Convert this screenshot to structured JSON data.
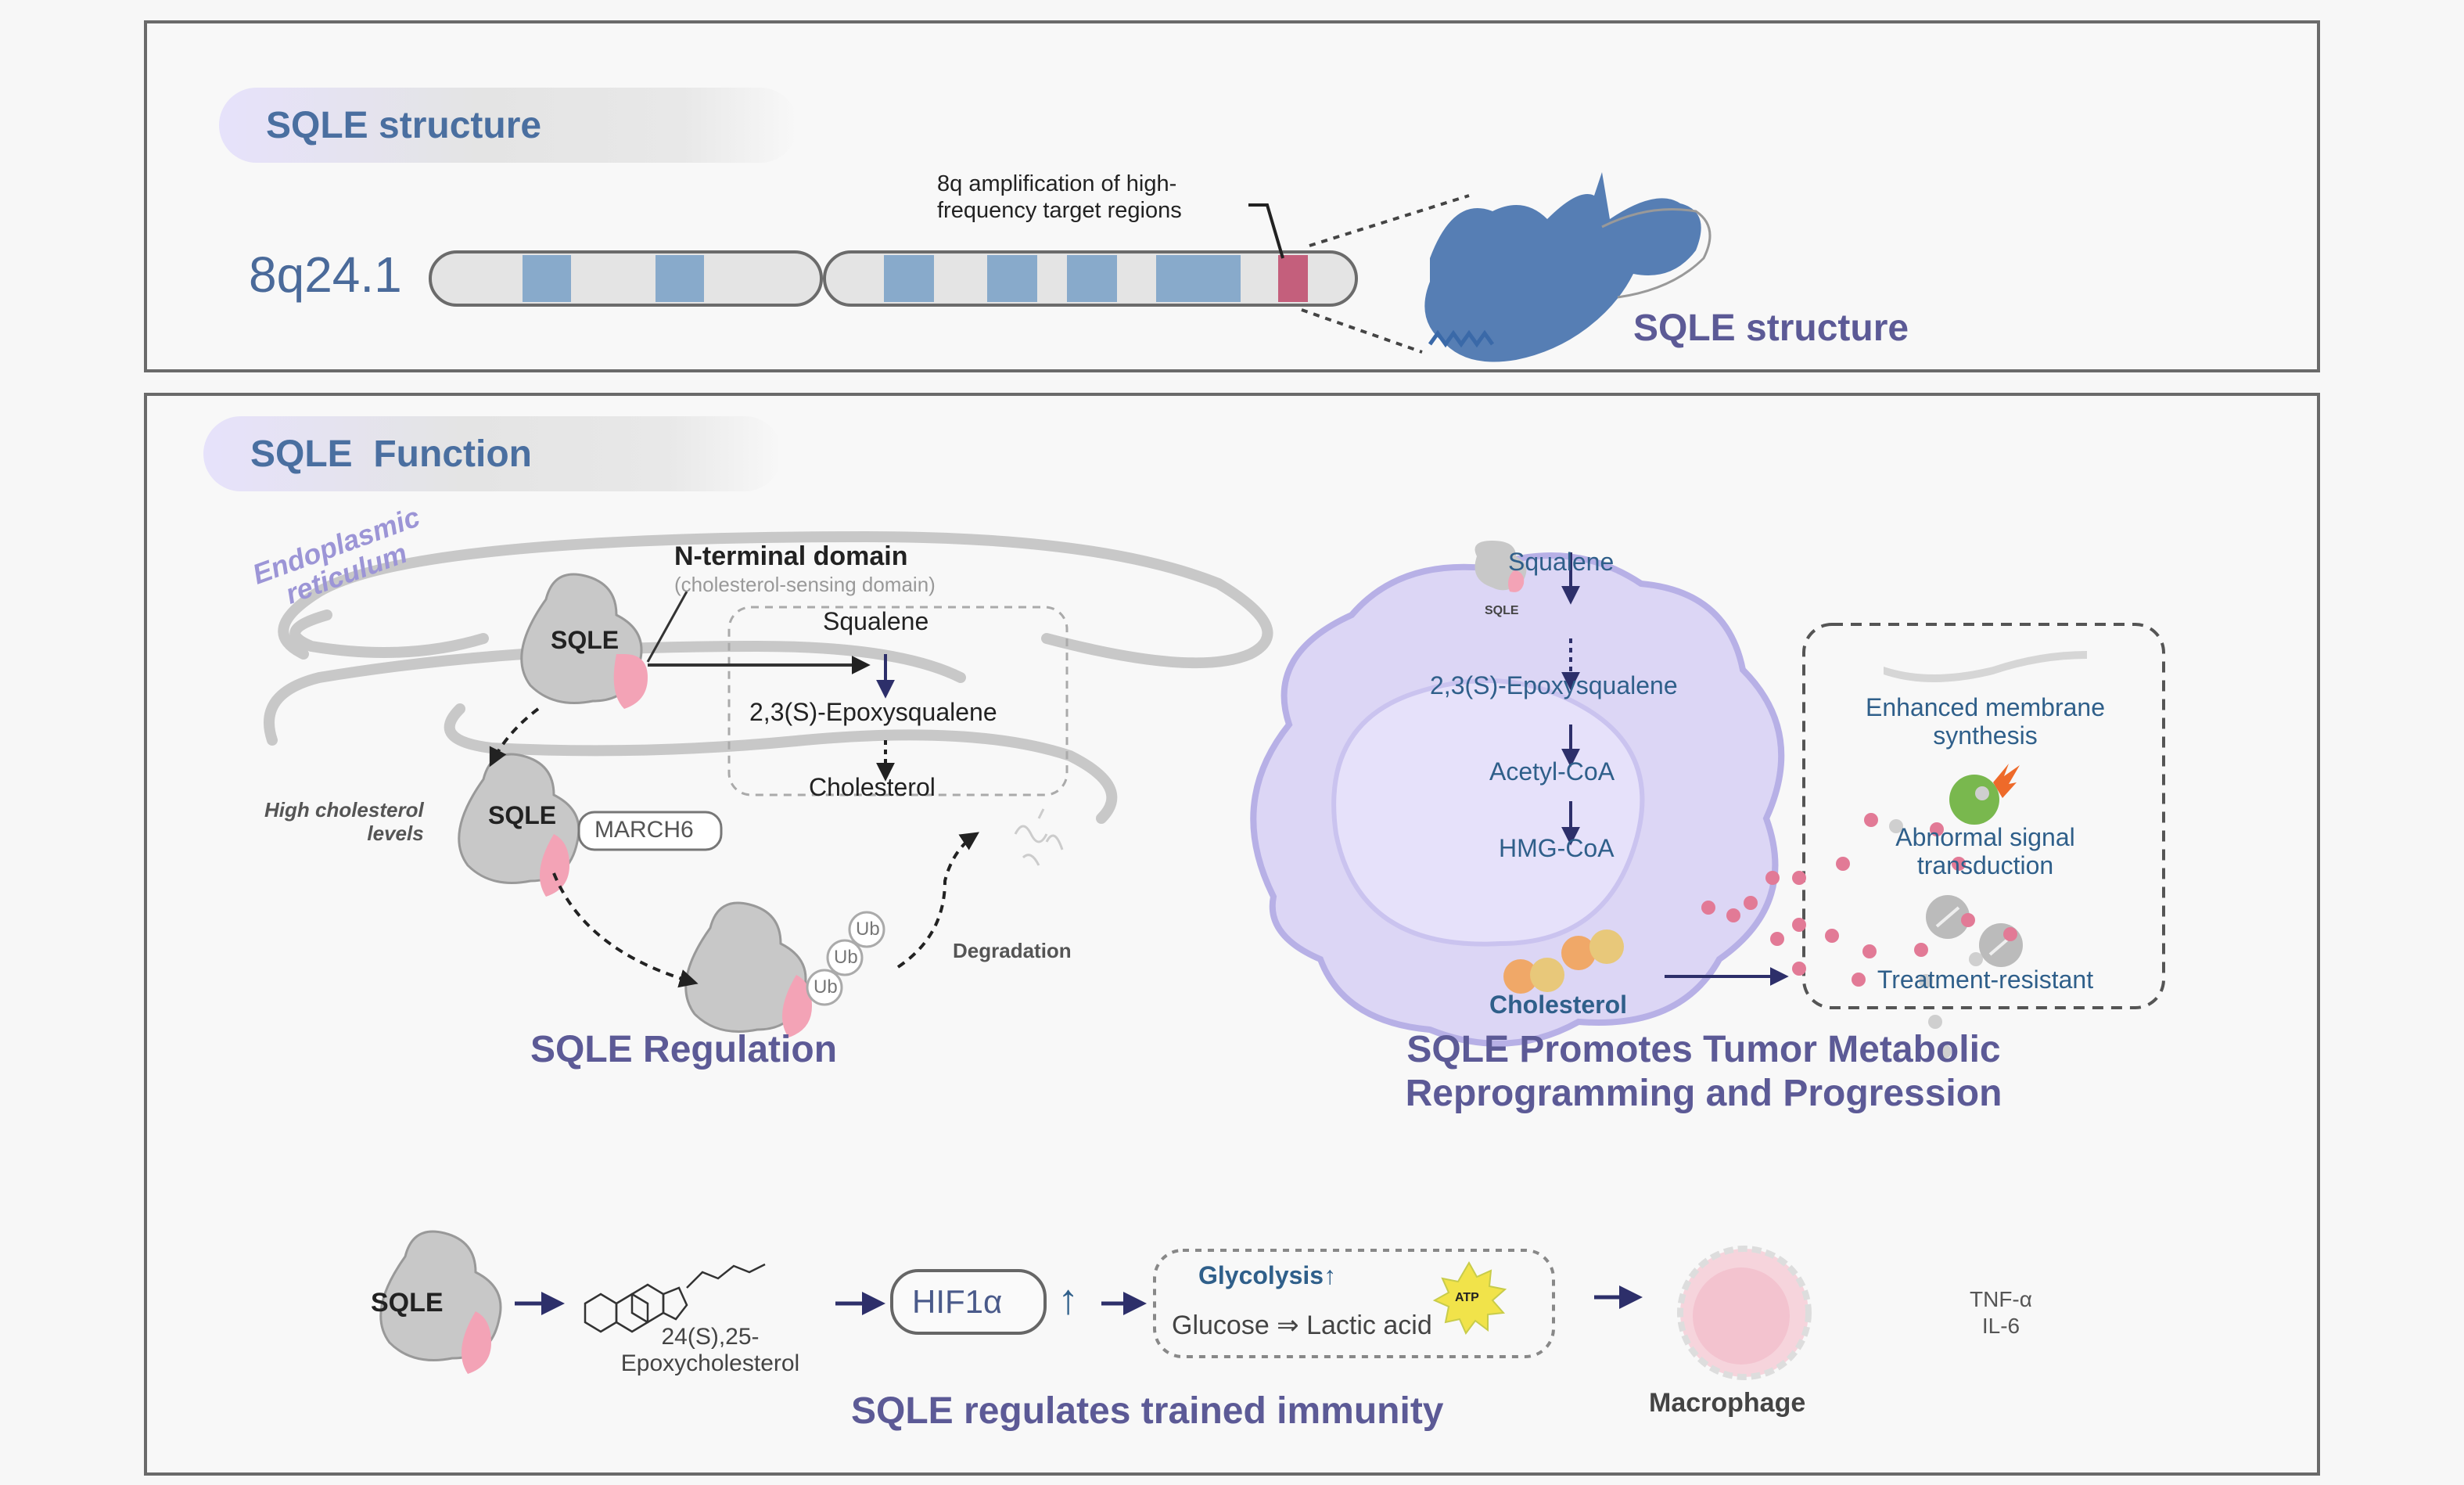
{
  "structure_panel": {
    "title": "SQLE structure",
    "locus_label": "8q24.1",
    "amplification_note_line1": "8q amplification of high-",
    "amplification_note_line2": "frequency target regions",
    "protein_label": "SQLE structure",
    "colors": {
      "band": "#88aacb",
      "amplified_band": "#c45f7c",
      "chromosome": "#e4e4e4"
    }
  },
  "function_panel": {
    "title": "SQLE  Function",
    "regulation": {
      "er_label_line1": "Endoplasmic",
      "er_label_line2": "reticulum",
      "n_terminal_title": "N-terminal domain",
      "n_terminal_subtitle": "(cholesterol-sensing domain)",
      "protein_label": "SQLE",
      "pathway": [
        "Squalene",
        "2,3(S)-Epoxysqualene",
        "Cholesterol"
      ],
      "high_cholesterol_line1": "High cholesterol",
      "high_cholesterol_line2": "levels",
      "ligase_label": "MARCH6",
      "ubiquitin_label": "Ub",
      "degradation_label": "Degradation",
      "heading": "SQLE Regulation"
    },
    "tumor": {
      "pathway": [
        "Squalene",
        "2,3(S)-Epoxysqualene",
        "Acetyl-CoA",
        "HMG-CoA",
        "Cholesterol"
      ],
      "small_protein_label": "SQLE",
      "effects": [
        "Enhanced membrane synthesis",
        "Abnormal signal transduction",
        "Treatment-resistant"
      ],
      "effect_1_line1": "Enhanced membrane",
      "effect_1_line2": "synthesis",
      "effect_2_line1": "Abnormal signal",
      "effect_2_line2": "transduction",
      "effect_3": "Treatment-resistant",
      "heading_line1": "SQLE Promotes Tumor Metabolic",
      "heading_line2": "Reprogramming and Progression"
    },
    "immunity": {
      "protein_label": "SQLE",
      "metabolite_line1": "24(S),25-",
      "metabolite_line2": "Epoxycholesterol",
      "factor_label": "HIF1α",
      "up_arrow": "↑",
      "glycolysis_label": "Glycolysis↑",
      "atp_label": "ATP",
      "glucose_reaction": "Glucose ⇒ Lactic acid",
      "cell_label": "Macrophage",
      "cytokine_line1": "TNF-α",
      "cytokine_line2": "IL-6",
      "heading": "SQLE regulates trained immunity"
    }
  }
}
